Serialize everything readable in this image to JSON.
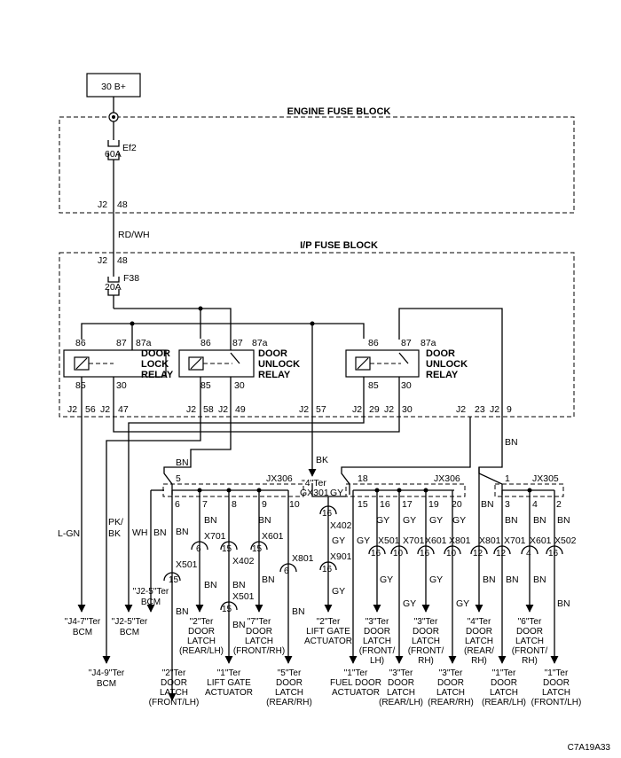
{
  "source": {
    "label": "30 B+"
  },
  "engine_fuse_block": {
    "title": "ENGINE FUSE BLOCK",
    "fuse_name": "Ef2",
    "fuse_rating": "60A",
    "conn": "J2",
    "pin": "48"
  },
  "wire_rdwh": "RD/WH",
  "ip_fuse_block": {
    "title": "I/P FUSE BLOCK",
    "conn": "J2",
    "pin": "48",
    "fuse_name": "F38",
    "fuse_rating": "20A"
  },
  "relays": [
    {
      "pins": [
        "86",
        "87",
        "87a",
        "85",
        "30"
      ],
      "name": [
        "DOOR",
        "LOCK",
        "RELAY"
      ]
    },
    {
      "pins": [
        "86",
        "87",
        "87a",
        "85",
        "30"
      ],
      "name": [
        "DOOR",
        "UNLOCK",
        "RELAY"
      ]
    },
    {
      "pins": [
        "86",
        "87",
        "87a",
        "85",
        "30"
      ],
      "name": [
        "DOOR",
        "UNLOCK",
        "RELAY"
      ]
    }
  ],
  "ip_pins": [
    {
      "conn": "J2",
      "pin": "56"
    },
    {
      "conn": "J2",
      "pin": "47"
    },
    {
      "conn": "J2",
      "pin": "58"
    },
    {
      "conn": "J2",
      "pin": "49"
    },
    {
      "conn": "J2",
      "pin": "57"
    },
    {
      "conn": "J2",
      "pin": "29"
    },
    {
      "conn": "J2",
      "pin": "30"
    },
    {
      "conn": "J2",
      "pin": "23"
    },
    {
      "conn": "J2",
      "pin": "9"
    }
  ],
  "wire_colors": {
    "lgn": "L-GN",
    "pkbk_1": "PK/",
    "pkbk_2": "BK",
    "wh": "WH",
    "bn": "BN",
    "bk": "BK",
    "gy": "GY"
  },
  "junctions": {
    "jx306a": {
      "name": "JX306",
      "top": "5",
      "bottom": [
        "6",
        "7",
        "8",
        "9",
        "10"
      ]
    },
    "jx306b": {
      "name": "JX306",
      "top": "18",
      "bottom": [
        "15",
        "16",
        "17",
        "19",
        "20"
      ]
    },
    "jx305": {
      "name": "JX305",
      "top": "1",
      "bottom": [
        "3",
        "4",
        "2"
      ]
    },
    "gx301": "GX301"
  },
  "connectors": {
    "x501": "X501",
    "x402": "X402",
    "x601": "X601",
    "x801": "X801",
    "x701": "X701",
    "x901": "X901",
    "x502": "X502"
  },
  "pin_numbers": {
    "p6": "6",
    "p15": "15",
    "p16": "16",
    "p10": "10",
    "p12": "12",
    "p4": "4"
  },
  "bcm_terms": {
    "j47": [
      "\"J4-7\"Ter",
      "BCM"
    ],
    "j25a": [
      "\"J2-5\"Ter",
      "BCM"
    ],
    "j25b": [
      "\"J2-5\"Ter",
      "BCM"
    ],
    "j49": [
      "\"J4-9\"Ter",
      "BCM"
    ]
  },
  "ground_label": "\"4\"Ter",
  "terminals": [
    [
      "\"2\"Ter",
      "DOOR",
      "LATCH",
      "(FRONT/LH)"
    ],
    [
      "\"2\"Ter",
      "DOOR",
      "LATCH",
      "(REAR/LH)"
    ],
    [
      "\"1\"Ter",
      "LIFT GATE",
      "ACTUATOR"
    ],
    [
      "\"7\"Ter",
      "DOOR",
      "LATCH",
      "(FRONT/RH)"
    ],
    [
      "\"5\"Ter",
      "DOOR",
      "LATCH",
      "(REAR/RH)"
    ],
    [
      "\"2\"Ter",
      "LIFT GATE",
      "ACTUATOR"
    ],
    [
      "\"1\"Ter",
      "FUEL DOOR",
      "ACTUATOR"
    ],
    [
      "\"3\"Ter",
      "DOOR",
      "LATCH",
      "(FRONT/",
      "LH)"
    ],
    [
      "\"3\"Ter",
      "DOOR",
      "LATCH",
      "(REAR/LH)"
    ],
    [
      "\"3\"Ter",
      "DOOR",
      "LATCH",
      "(FRONT/",
      "RH)"
    ],
    [
      "\"3\"Ter",
      "DOOR",
      "LATCH",
      "(REAR/RH)"
    ],
    [
      "\"4\"Ter",
      "DOOR",
      "LATCH",
      "(REAR/",
      "RH)"
    ],
    [
      "\"1\"Ter",
      "DOOR",
      "LATCH",
      "(REAR/LH)"
    ],
    [
      "\"6\"Ter",
      "DOOR",
      "LATCH",
      "(FRONT/",
      "RH)"
    ],
    [
      "\"1\"Ter",
      "DOOR",
      "LATCH",
      "(FRONT/LH)"
    ]
  ],
  "figure_code": "C7A19A33"
}
